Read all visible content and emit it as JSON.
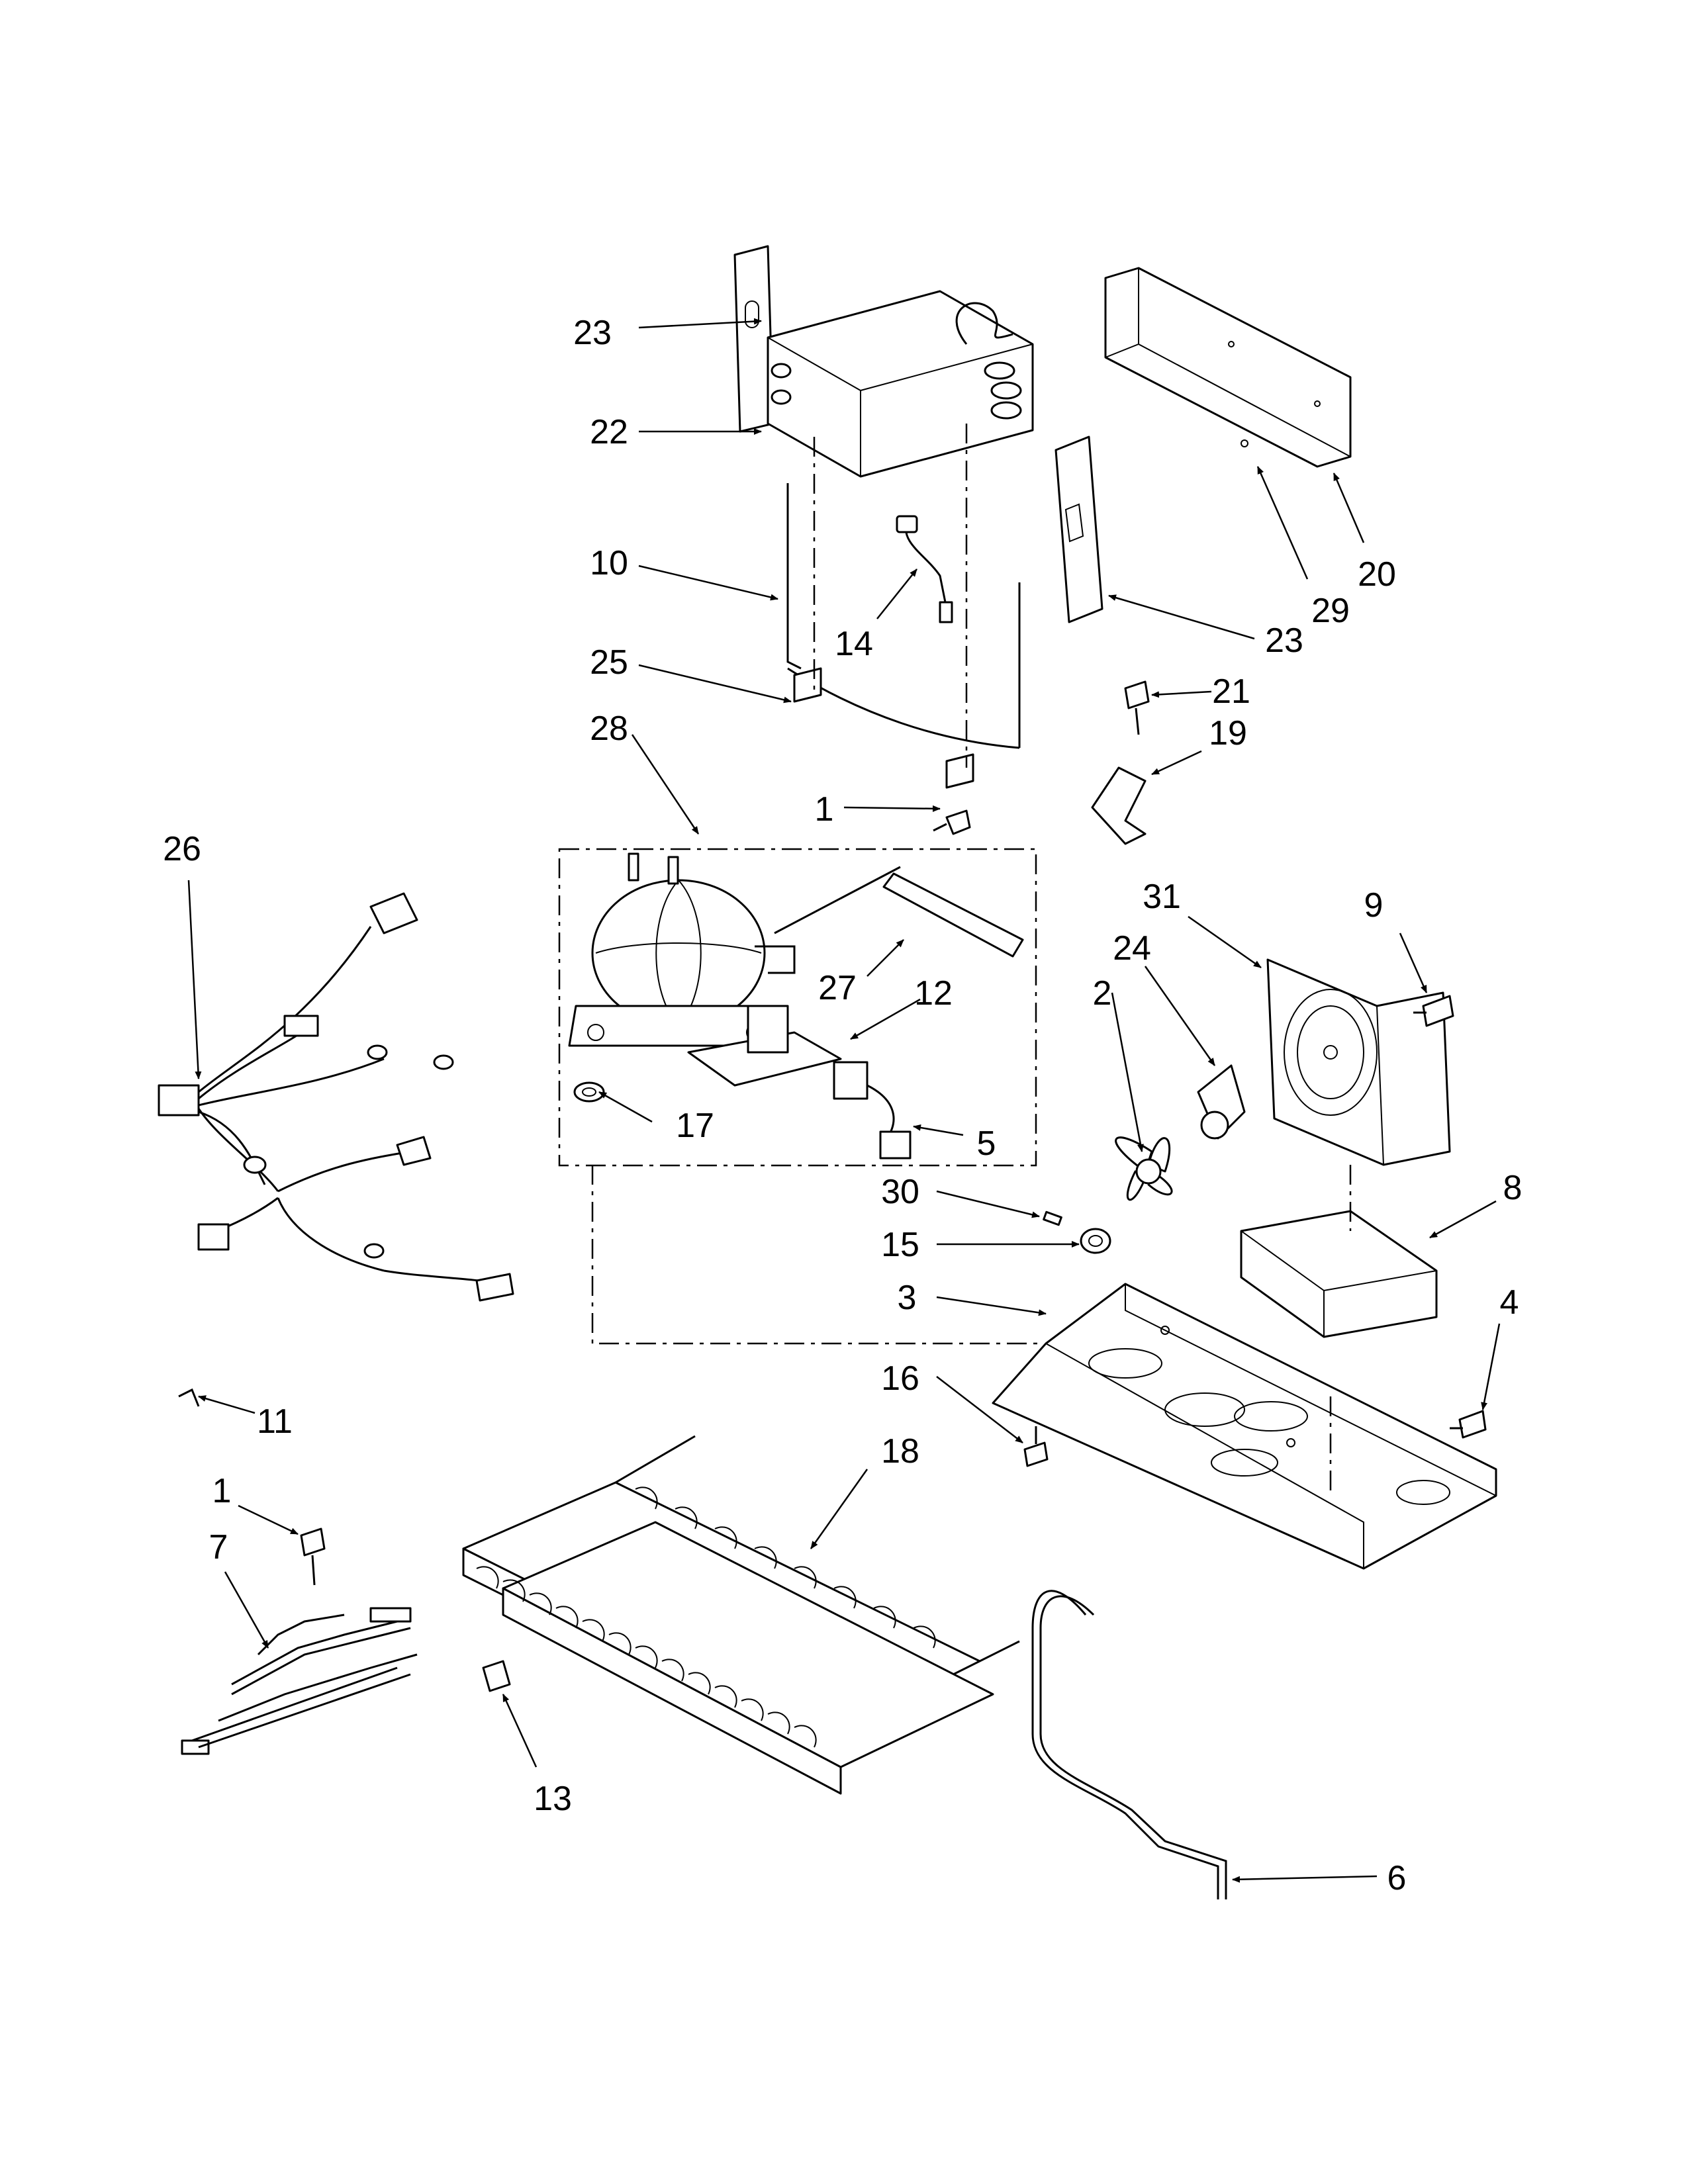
{
  "callouts": [
    {
      "id": "c23a",
      "text": "23"
    },
    {
      "id": "c22",
      "text": "22"
    },
    {
      "id": "c10",
      "text": "10"
    },
    {
      "id": "c14",
      "text": "14"
    },
    {
      "id": "c25",
      "text": "25"
    },
    {
      "id": "c28",
      "text": "28"
    },
    {
      "id": "c1a",
      "text": "1"
    },
    {
      "id": "c20",
      "text": "20"
    },
    {
      "id": "c29",
      "text": "29"
    },
    {
      "id": "c23b",
      "text": "23"
    },
    {
      "id": "c21",
      "text": "21"
    },
    {
      "id": "c19",
      "text": "19"
    },
    {
      "id": "c26",
      "text": "26"
    },
    {
      "id": "c27",
      "text": "27"
    },
    {
      "id": "c12",
      "text": "12"
    },
    {
      "id": "c17",
      "text": "17"
    },
    {
      "id": "c5",
      "text": "5"
    },
    {
      "id": "c31",
      "text": "31"
    },
    {
      "id": "c9",
      "text": "9"
    },
    {
      "id": "c24",
      "text": "24"
    },
    {
      "id": "c2",
      "text": "2"
    },
    {
      "id": "c8",
      "text": "8"
    },
    {
      "id": "c30",
      "text": "30"
    },
    {
      "id": "c15",
      "text": "15"
    },
    {
      "id": "c3",
      "text": "3"
    },
    {
      "id": "c4",
      "text": "4"
    },
    {
      "id": "c16",
      "text": "16"
    },
    {
      "id": "c11",
      "text": "11"
    },
    {
      "id": "c1b",
      "text": "1"
    },
    {
      "id": "c18",
      "text": "18"
    },
    {
      "id": "c7",
      "text": "7"
    },
    {
      "id": "c13",
      "text": "13"
    },
    {
      "id": "c6",
      "text": "6"
    }
  ]
}
